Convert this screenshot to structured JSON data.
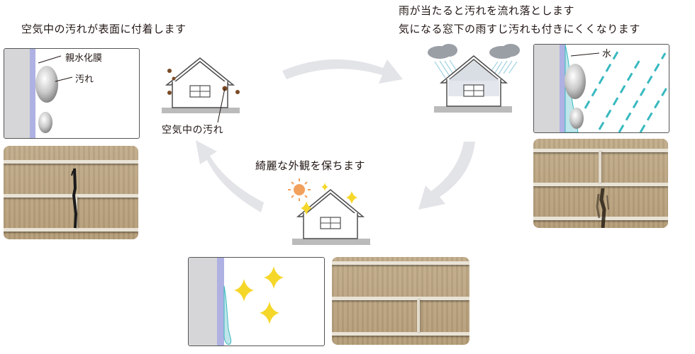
{
  "captions": {
    "step1": "空気中の汚れが表面に付着します",
    "step2_line1": "雨が当たると汚れを流れ落とします",
    "step2_line2": "気になる窓下の雨すじ汚れも付きにくくなります",
    "step3": "綺麗な外観を保ちます"
  },
  "labels": {
    "film": "親水化膜",
    "dirt": "汚れ",
    "airborne_dirt": "空気中の汚れ",
    "water": "水"
  },
  "colors": {
    "film": "#aeb1e2",
    "wall": "#d6d6d8",
    "water": "#39b9c0",
    "sparkle": "#f5d72a",
    "sun": "#f2a15c",
    "arrow": "#e3e4e8",
    "dirt": "#7a4a25"
  }
}
